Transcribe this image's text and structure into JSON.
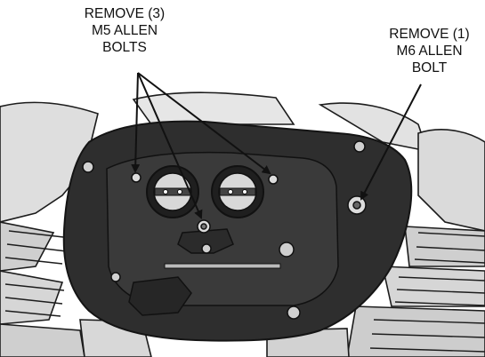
{
  "callouts": {
    "left": {
      "line1": "REMOVE (3)",
      "line2": "M5 ALLEN",
      "line3": "BOLTS"
    },
    "right": {
      "line1": "REMOVE (1)",
      "line2": "M6 ALLEN",
      "line3": "BOLT"
    }
  },
  "colors": {
    "ink": "#111111",
    "cover": "#2e2e2e",
    "cover_edge": "#1a1a1a",
    "engine_light": "#dcdcdc",
    "engine_mid": "#a8a8a8",
    "metal": "#d8d8d8"
  },
  "icons": {
    "bolt": "hex-allen-bolt-icon",
    "arrow": "arrow-icon"
  }
}
